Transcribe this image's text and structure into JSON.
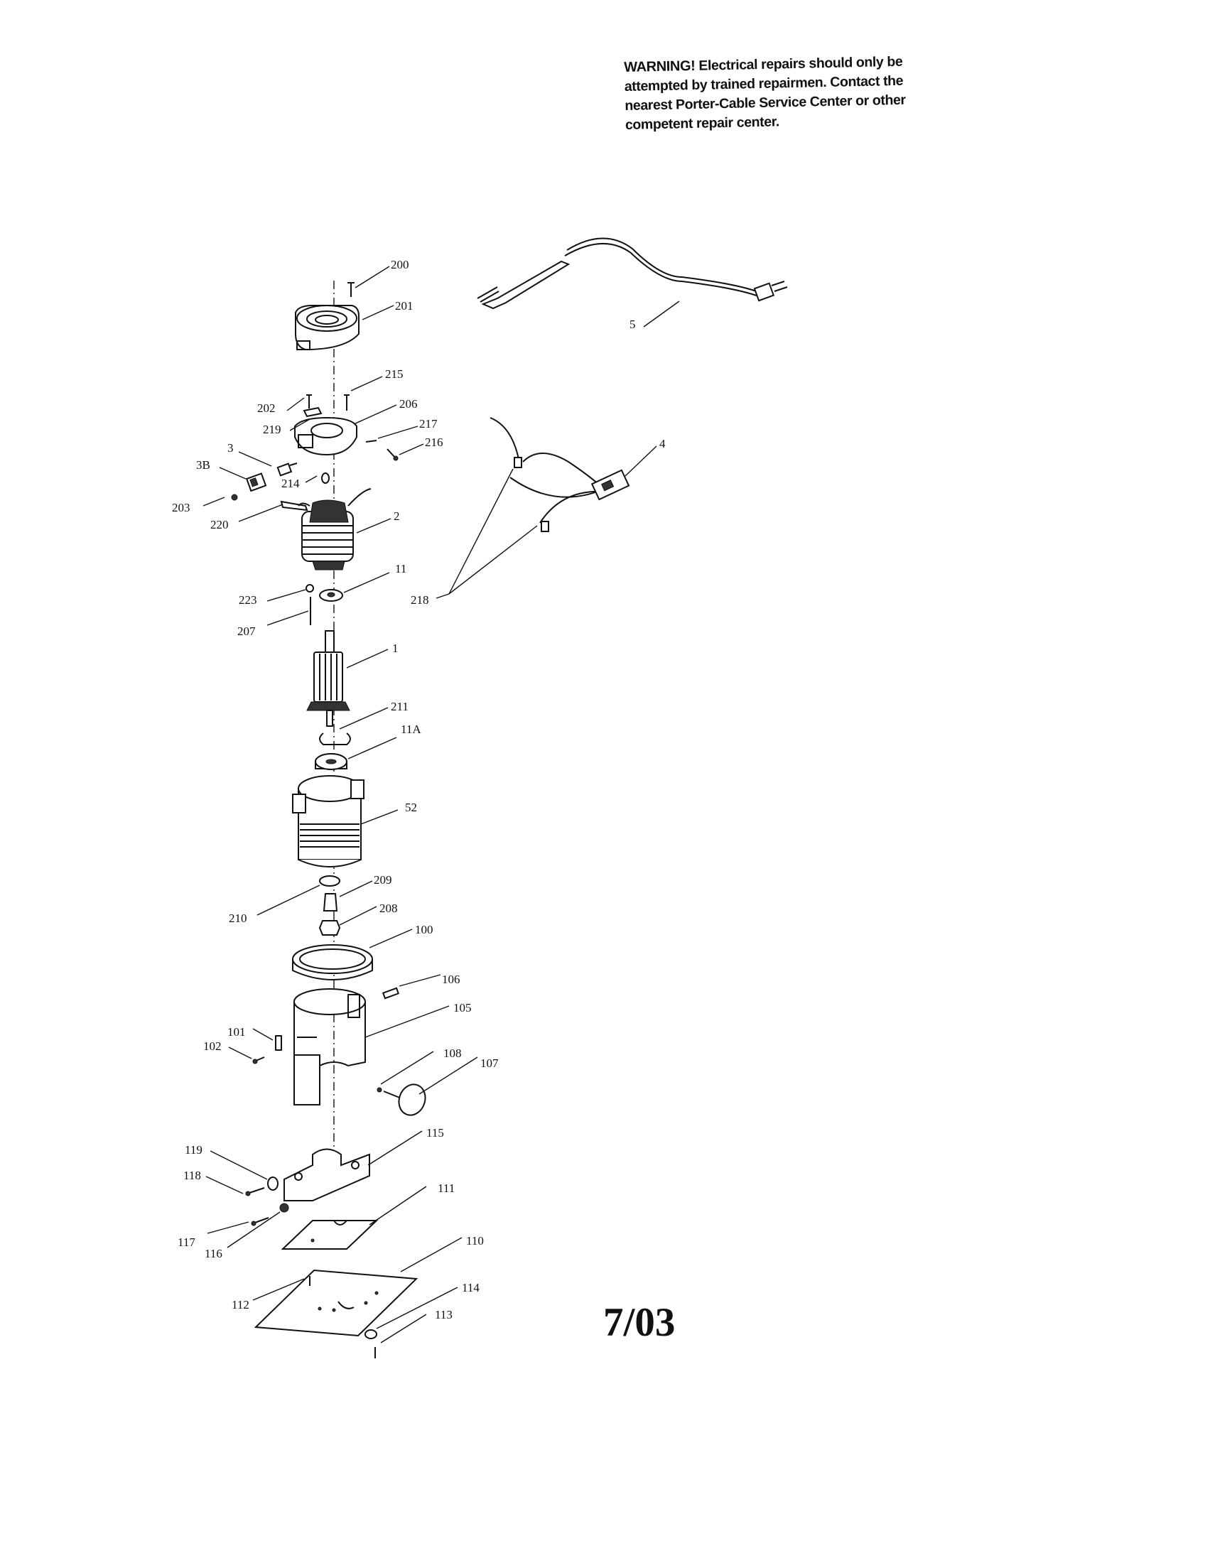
{
  "warning": {
    "lead": "WARNING!",
    "text": "Electrical repairs should only be attempted by trained repairmen. Contact the nearest Porter-Cable Service Center or other competent repair center."
  },
  "date_stamp": "7/03",
  "callouts": {
    "c200": "200",
    "c201": "201",
    "c215": "215",
    "c202": "202",
    "c206": "206",
    "c219": "219",
    "c217": "217",
    "c3": "3",
    "c216": "216",
    "c3B": "3B",
    "c214": "214",
    "c203": "203",
    "c220": "220",
    "c2": "2",
    "c11": "11",
    "c223": "223",
    "c207": "207",
    "c1": "1",
    "c211": "211",
    "c11A": "11A",
    "c52": "52",
    "c209": "209",
    "c210": "210",
    "c208": "208",
    "c100": "100",
    "c106": "106",
    "c105": "105",
    "c101": "101",
    "c102": "102",
    "c108": "108",
    "c107": "107",
    "c115": "115",
    "c119": "119",
    "c118": "118",
    "c111": "111",
    "c117": "117",
    "c116": "116",
    "c110": "110",
    "c112": "112",
    "c114": "114",
    "c113": "113",
    "c5": "5",
    "c4": "4",
    "c218": "218"
  }
}
